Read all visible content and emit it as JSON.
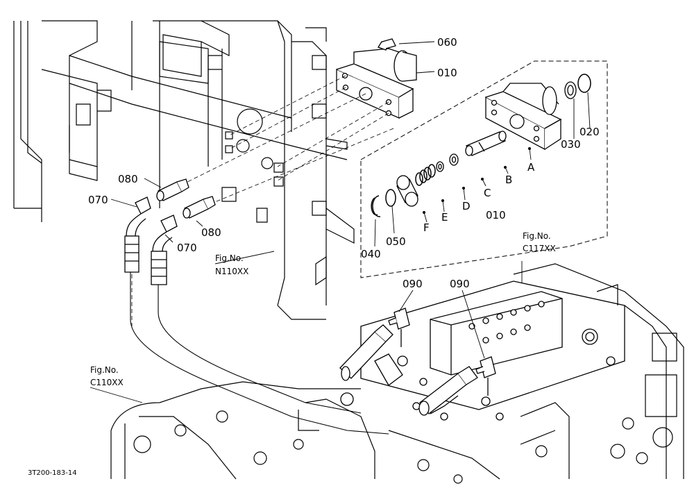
{
  "diagram": {
    "title": "",
    "drawing_code": "3T200-183-14",
    "callouts": {
      "p060": "060",
      "p010_top": "010",
      "p020": "020",
      "p030": "030",
      "pA": "A",
      "pB": "B",
      "pC": "C",
      "pD": "D",
      "pE": "E",
      "pF": "F",
      "p010_kit": "010",
      "p040": "040",
      "p050": "050",
      "p080_a": "080",
      "p080_b": "080",
      "p070_a": "070",
      "p070_b": "070",
      "p090_a": "090",
      "p090_b": "090"
    },
    "figure_refs": {
      "n110": {
        "label": "Fig.No.",
        "code": "N110XX"
      },
      "c117": {
        "label": "Fig.No.",
        "code": "C117XX"
      },
      "c110": {
        "label": "Fig.No.",
        "code": "C110XX"
      }
    }
  }
}
